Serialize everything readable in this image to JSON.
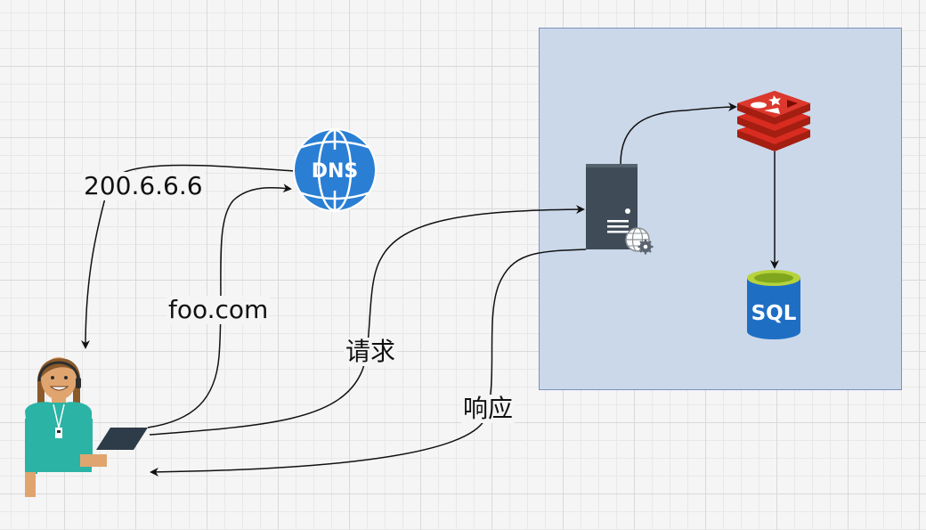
{
  "labels": {
    "ip_address": "200.6.6.6",
    "domain": "foo.com",
    "request": "请求",
    "response": "响应"
  },
  "icons": {
    "dns": "DNS",
    "database": "SQL"
  },
  "colors": {
    "server_zone_fill": "#cbd8ea",
    "server_zone_border": "#7a93bd",
    "dns_blue": "#2a7fd4",
    "redis_red": "#c6302b",
    "sql_blue": "#1e6fc4",
    "sql_top_green": "#b6d33c",
    "user_shirt": "#2bb3a5",
    "server_gray": "#3f4b57"
  }
}
